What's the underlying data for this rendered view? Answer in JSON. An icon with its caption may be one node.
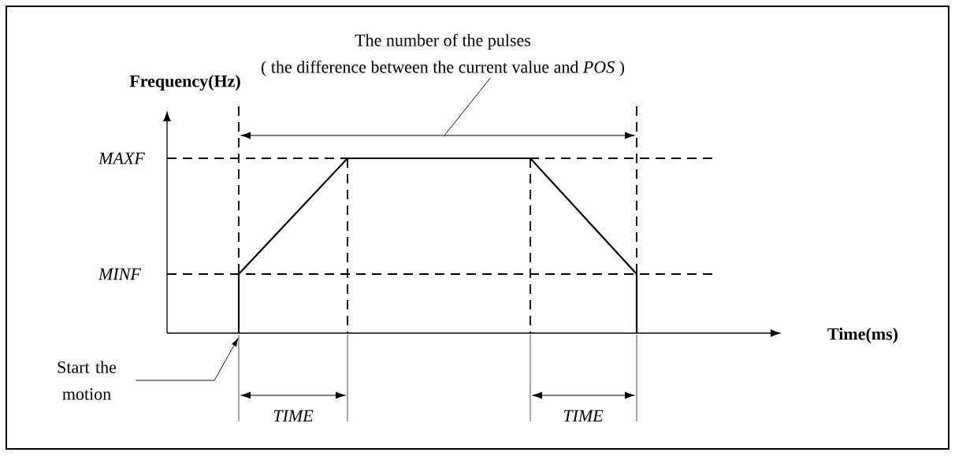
{
  "diagram": {
    "nodes": [
      {
        "text": [
          "The number of the pulses",
          "( the difference between the current value and *POS* )"
        ]
      },
      {
        "text": [
          "Start the motion"
        ]
      }
    ],
    "edges": [
      {
        "from": 0,
        "to": null,
        "arrow": "none"
      },
      {
        "from": 1,
        "to": null,
        "arrow": "to"
      }
    ],
    "labels": [
      "Frequency(Hz)",
      "MAXF",
      "MINF",
      "Time(ms)",
      "TIME",
      "TIME"
    ]
  }
}
